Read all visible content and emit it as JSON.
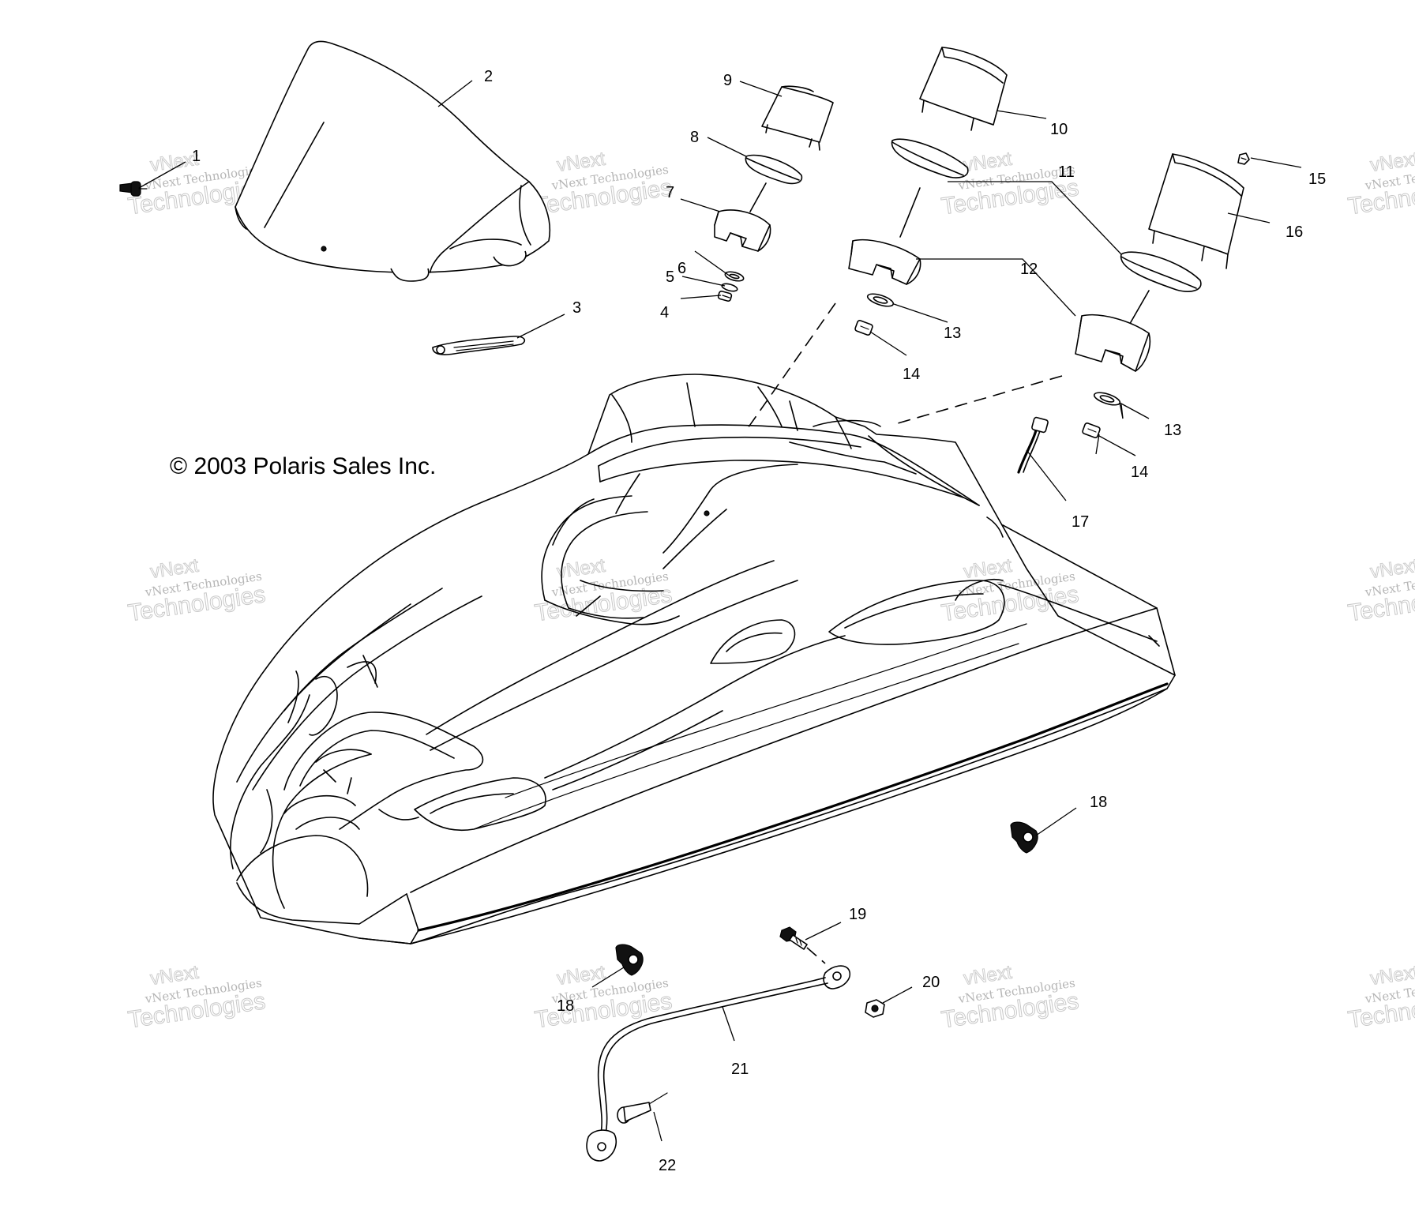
{
  "copyright": "© 2003 Polaris Sales Inc.",
  "callouts": [
    "1",
    "2",
    "3",
    "4",
    "5",
    "6",
    "7",
    "8",
    "9",
    "10",
    "11",
    "12",
    "13",
    "13",
    "14",
    "14",
    "15",
    "16",
    "17",
    "18",
    "18",
    "19",
    "20",
    "21",
    "22"
  ],
  "watermark": {
    "line_top": "vNext",
    "line_mid": "vNext Technologies",
    "line_bottom": "Technologies"
  }
}
